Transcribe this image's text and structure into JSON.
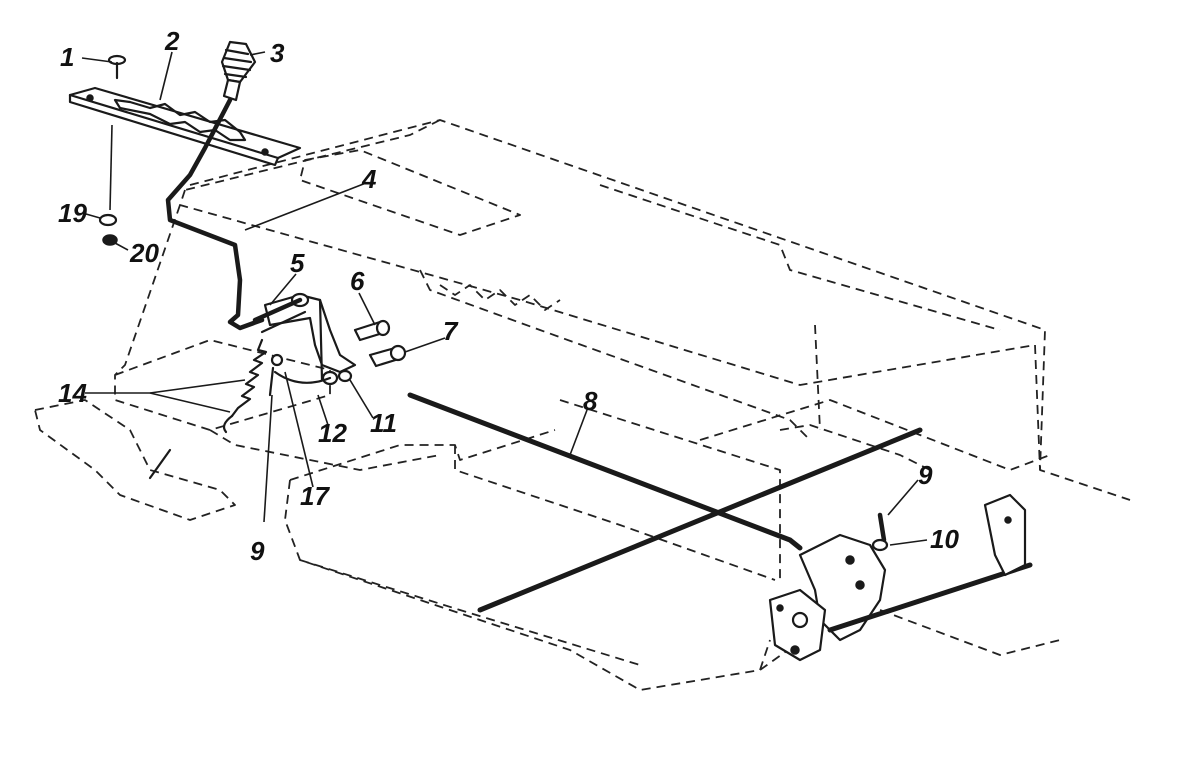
{
  "diagram": {
    "labels": [
      {
        "id": "1",
        "text": "1"
      },
      {
        "id": "2",
        "text": "2"
      },
      {
        "id": "3",
        "text": "3"
      },
      {
        "id": "4",
        "text": "4"
      },
      {
        "id": "5",
        "text": "5"
      },
      {
        "id": "6",
        "text": "6"
      },
      {
        "id": "7",
        "text": "7"
      },
      {
        "id": "8",
        "text": "8"
      },
      {
        "id": "9a",
        "text": "9"
      },
      {
        "id": "9b",
        "text": "9"
      },
      {
        "id": "10",
        "text": "10"
      },
      {
        "id": "11",
        "text": "11"
      },
      {
        "id": "12",
        "text": "12"
      },
      {
        "id": "14",
        "text": "14"
      },
      {
        "id": "17",
        "text": "17"
      },
      {
        "id": "19",
        "text": "19"
      },
      {
        "id": "20",
        "text": "20"
      }
    ],
    "colors": {
      "ink": "#1a1a1a",
      "paper": "#ffffff"
    }
  }
}
